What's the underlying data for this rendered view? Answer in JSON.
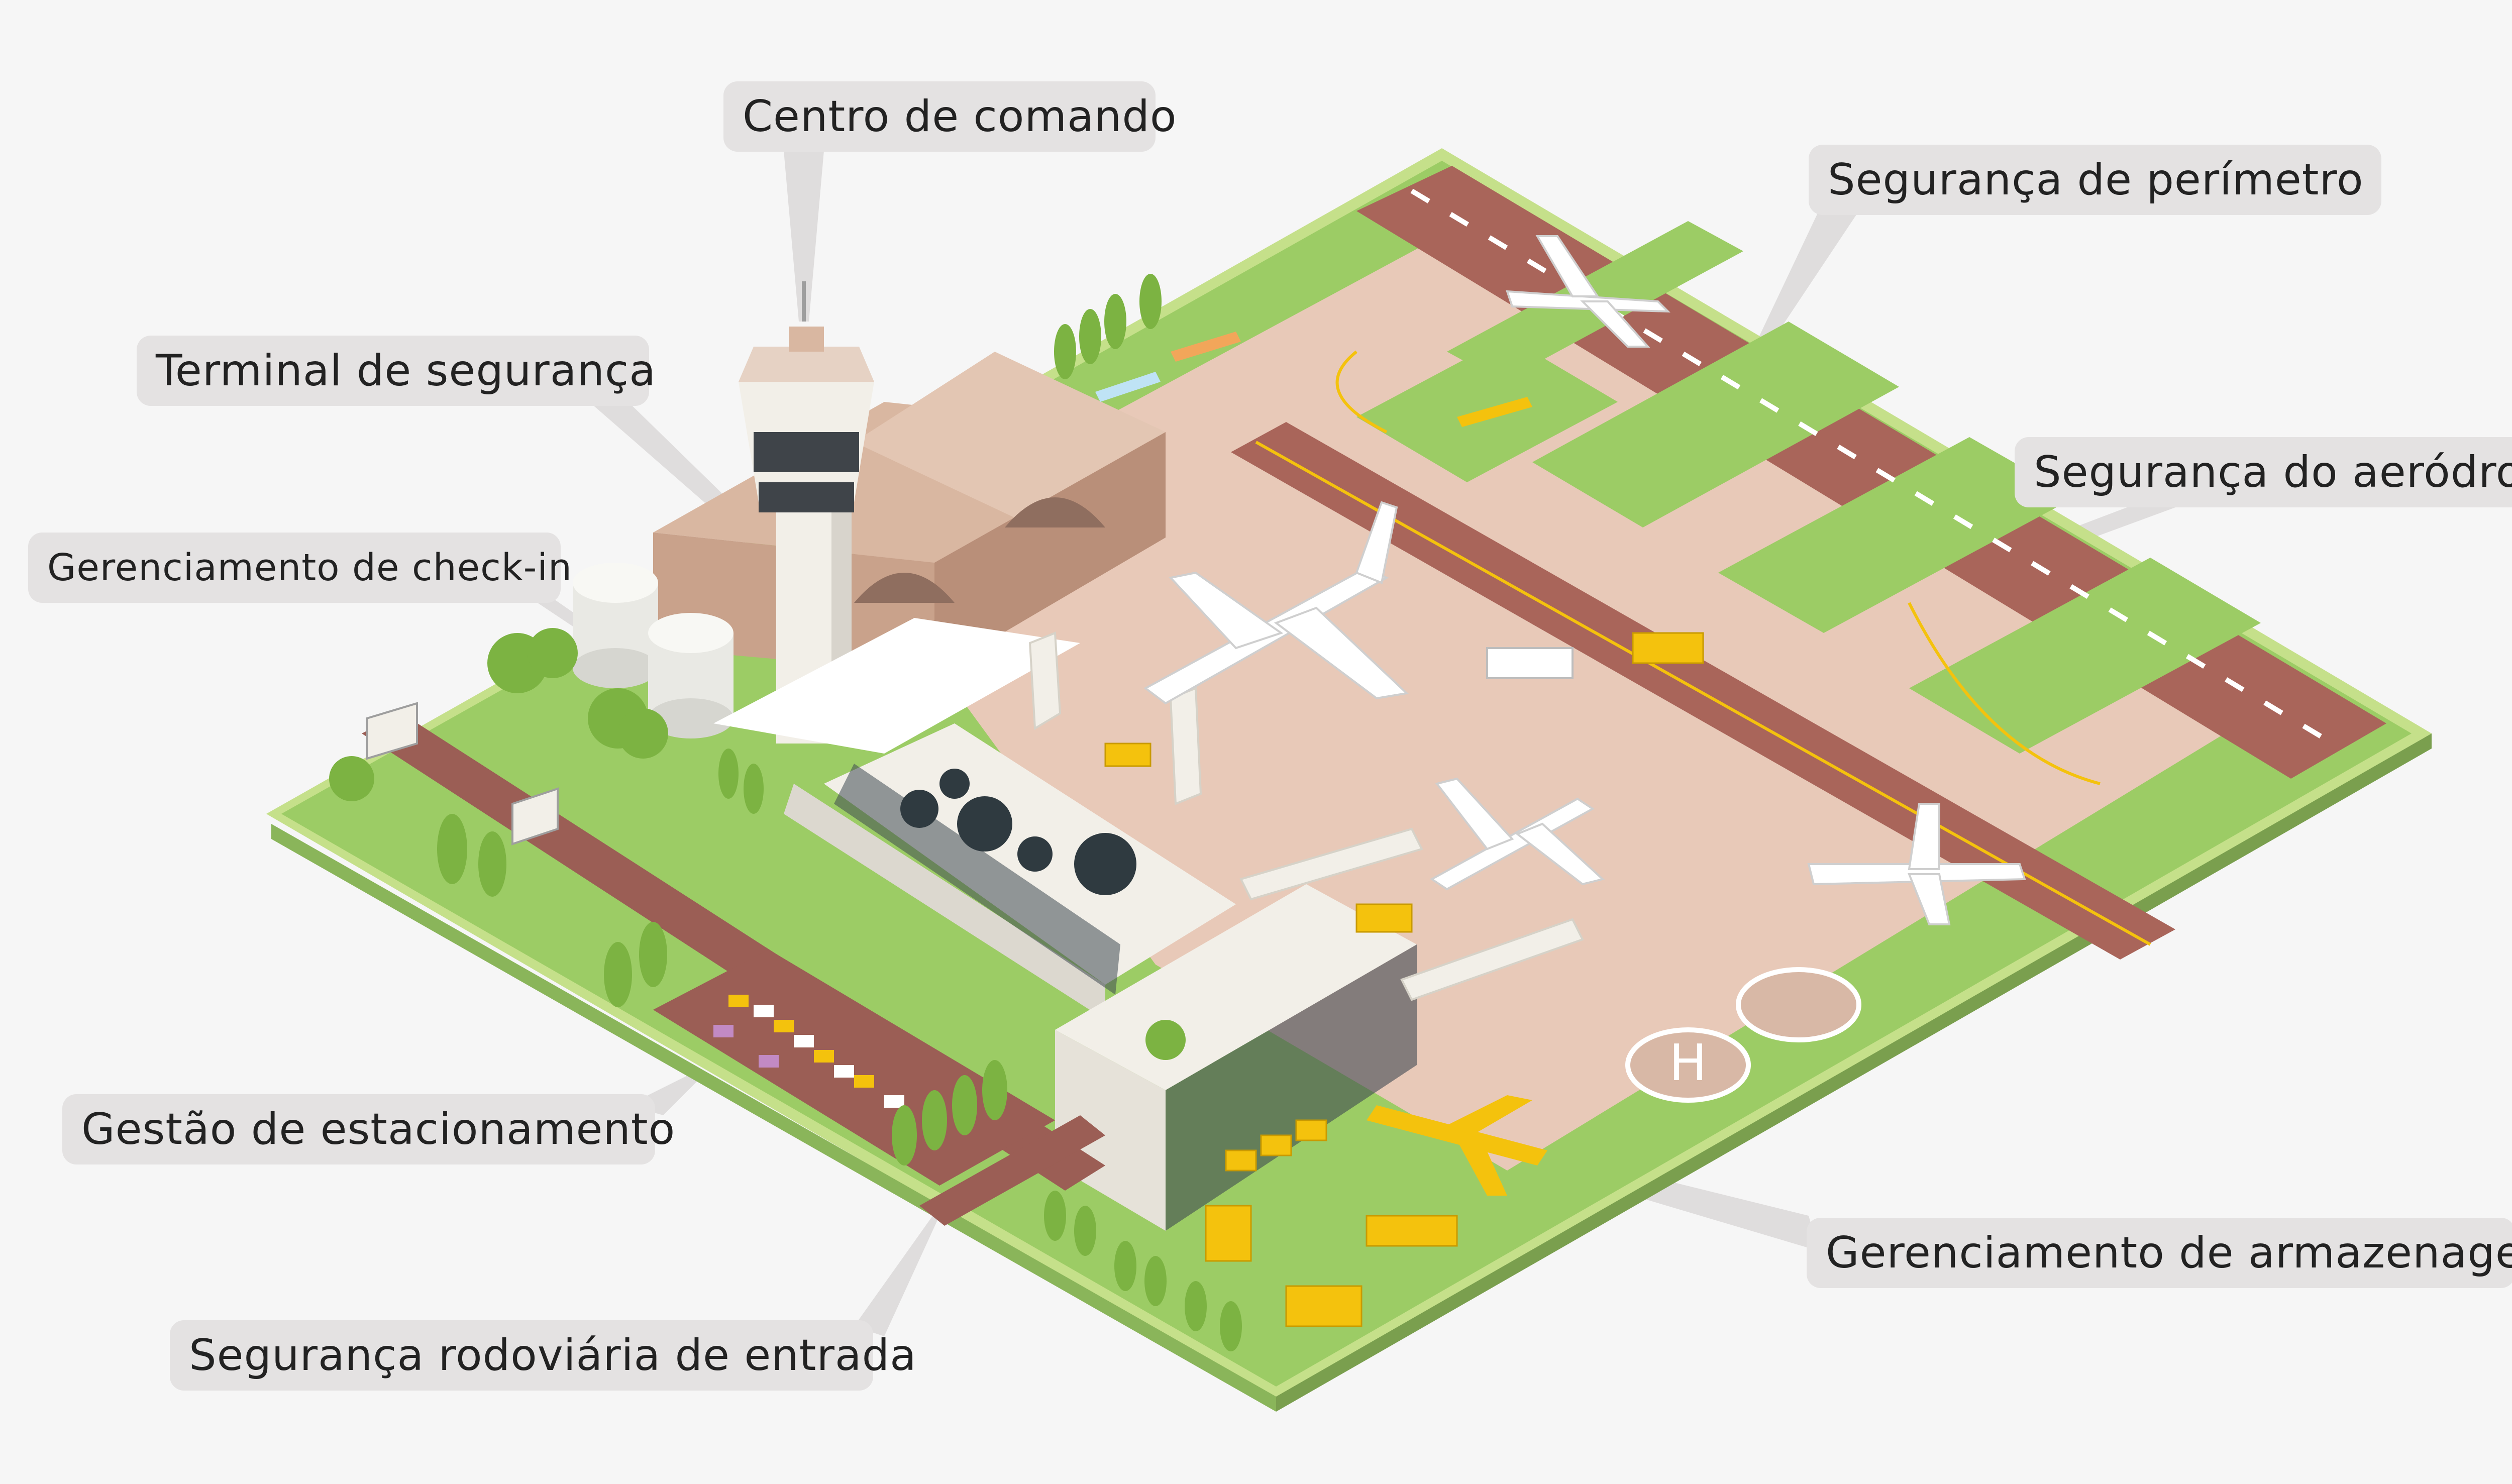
{
  "labels": {
    "command_center": "Centro de comando",
    "perimeter_security": "Segurança de perímetro",
    "terminal_security": "Terminal de segurança",
    "aerodrome_security": "Segurança do aeródromo",
    "checkin_management": "Gerenciamento de check-in",
    "parking_management": "Gestão de estacionamento",
    "warehouse_management": "Gerenciamento de armazenagem",
    "entrance_road_security": "Segurança rodoviária de entrada"
  },
  "colors": {
    "background": "#f6f6f6",
    "callout_bg": "#e4e2e2",
    "callout_text": "#222222",
    "grass": "#9ccc65",
    "grass_edge": "#c5e08a",
    "tarmac": "#e8c9b8",
    "runway": "#a9655a",
    "building": "#f2efe8",
    "hangar": "#d9b7a1",
    "yellow_vehicle": "#f4c20d",
    "tree": "#7cb342",
    "road": "#9b5e55"
  },
  "icons": [
    "control-tower-icon",
    "airplane-icon",
    "hangar-icon",
    "helipad-icon",
    "fuel-tank-icon",
    "truck-icon",
    "tree-icon",
    "parking-lot-icon"
  ],
  "helipad_letter": "H"
}
